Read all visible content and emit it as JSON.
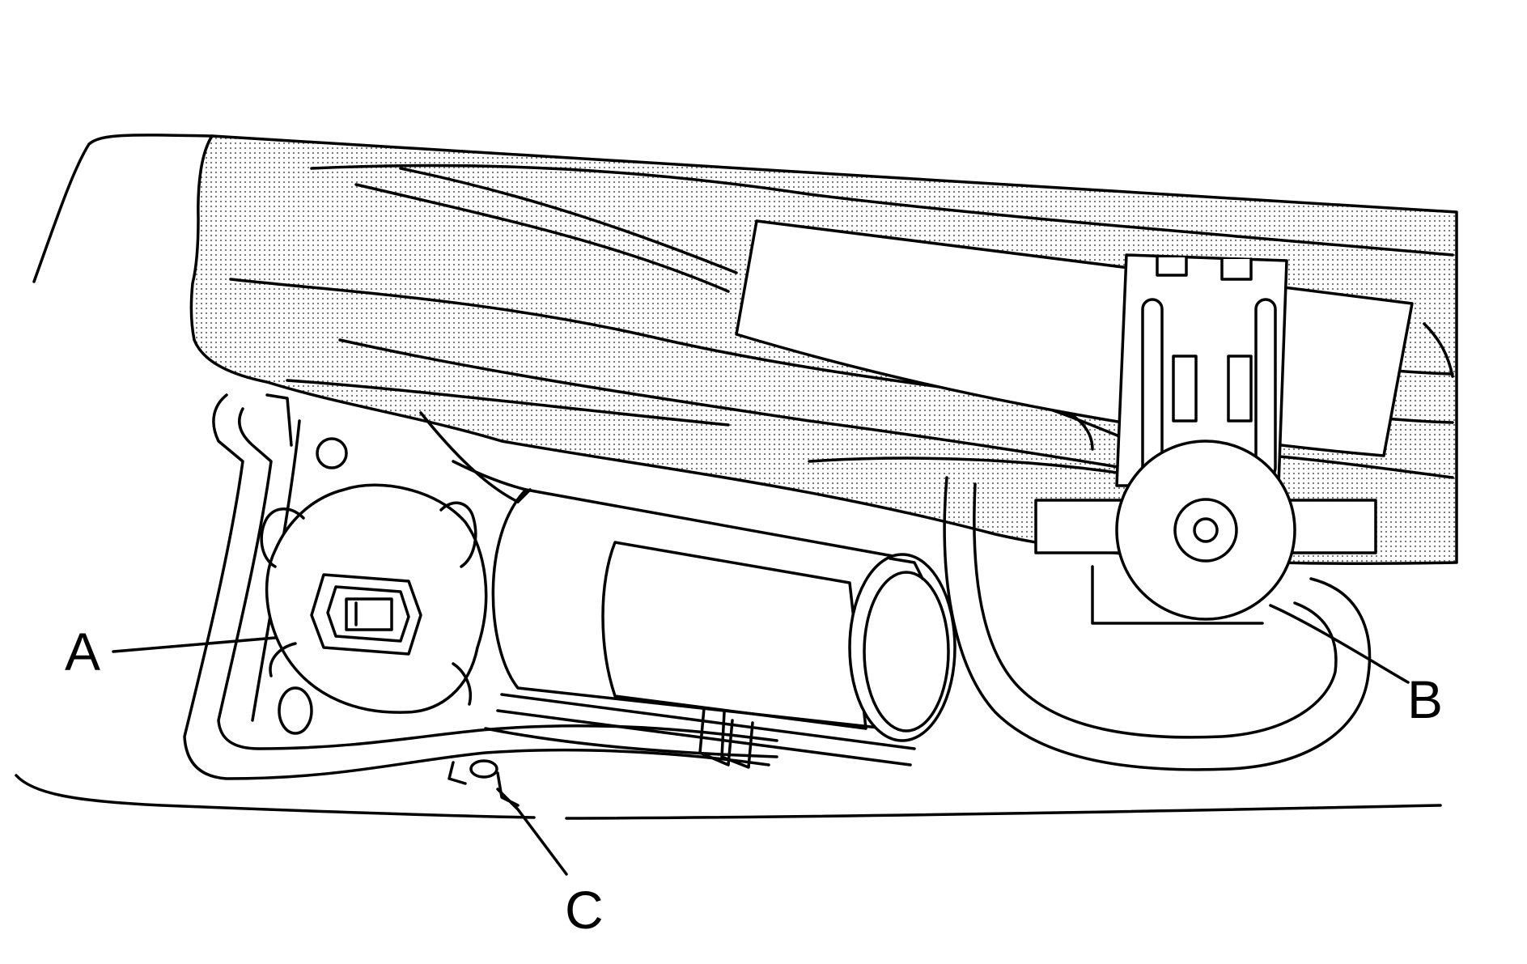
{
  "callouts": {
    "a": "A",
    "b": "B",
    "c": "C"
  },
  "colors": {
    "line": "#000000",
    "background": "#ffffff",
    "stipple": "#6a6a6a"
  }
}
